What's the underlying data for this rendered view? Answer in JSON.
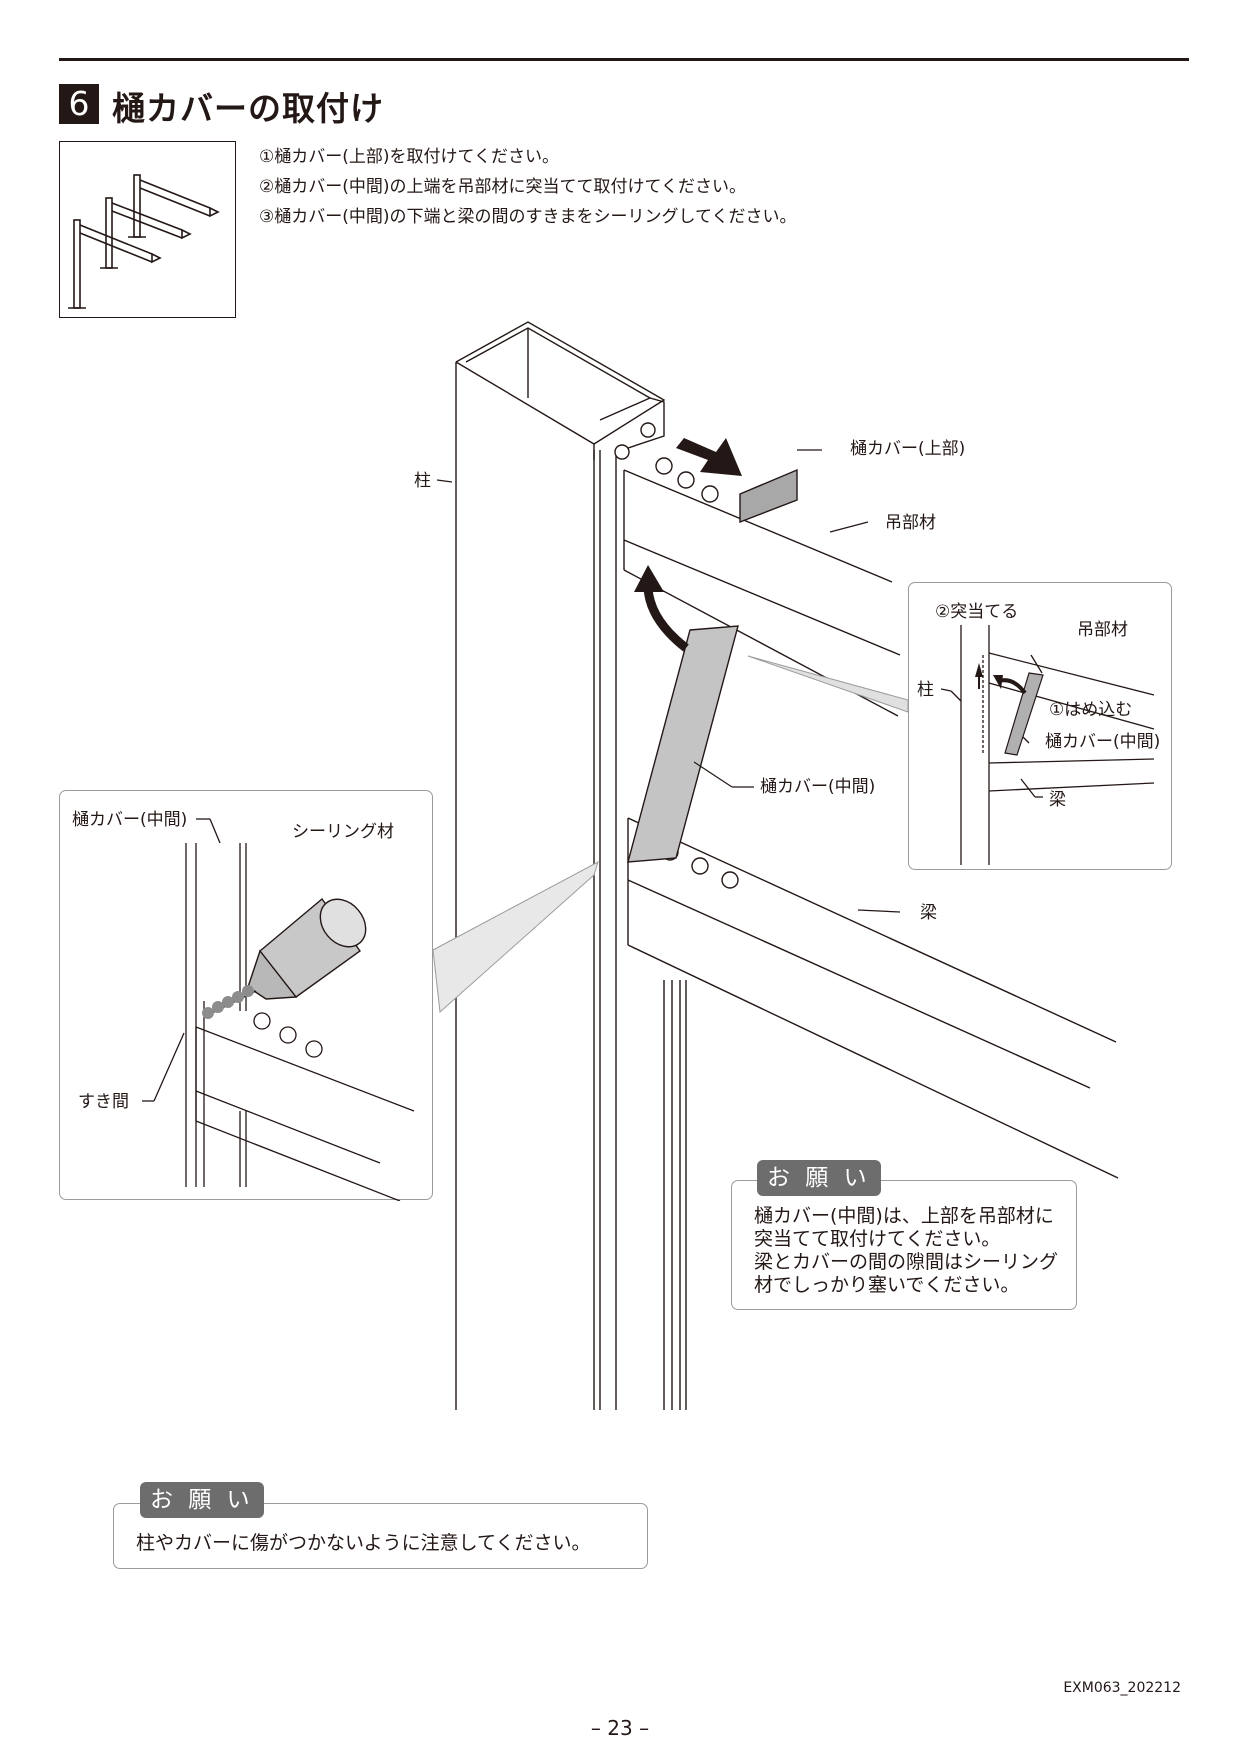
{
  "section": {
    "number": "6",
    "title": "樋カバーの取付け"
  },
  "instructions": [
    "①樋カバー(上部)を取付けてください。",
    "②樋カバー(中間)の上端を吊部材に突当てて取付けてください。",
    "③樋カバー(中間)の下端と梁の間のすきまをシーリングしてください。"
  ],
  "diagram_labels": {
    "pillar": "柱",
    "cover_top": "樋カバー(上部)",
    "hanger": "吊部材",
    "cover_middle": "樋カバー(中間)",
    "beam": "梁"
  },
  "detail_right": {
    "step2": "②突当てる",
    "hanger": "吊部材",
    "pillar": "柱",
    "step1": "①はめ込む",
    "cover_middle": "樋カバー(中間)",
    "beam": "梁"
  },
  "detail_left": {
    "cover_middle": "樋カバー(中間)",
    "sealant": "シーリング材",
    "gap": "すき間"
  },
  "notice_main": {
    "badge": "お 願 い",
    "lines": [
      "樋カバー(中間)は、上部を吊部材に",
      "突当てて取付けてください。",
      "梁とカバーの間の隙間はシーリング",
      "材でしっかり塞いでください。"
    ]
  },
  "notice_bottom": {
    "badge": "お 願 い",
    "text": "柱やカバーに傷がつかないように注意してください。"
  },
  "footer": {
    "page": "– 23 –",
    "code": "EXM063_202212"
  }
}
